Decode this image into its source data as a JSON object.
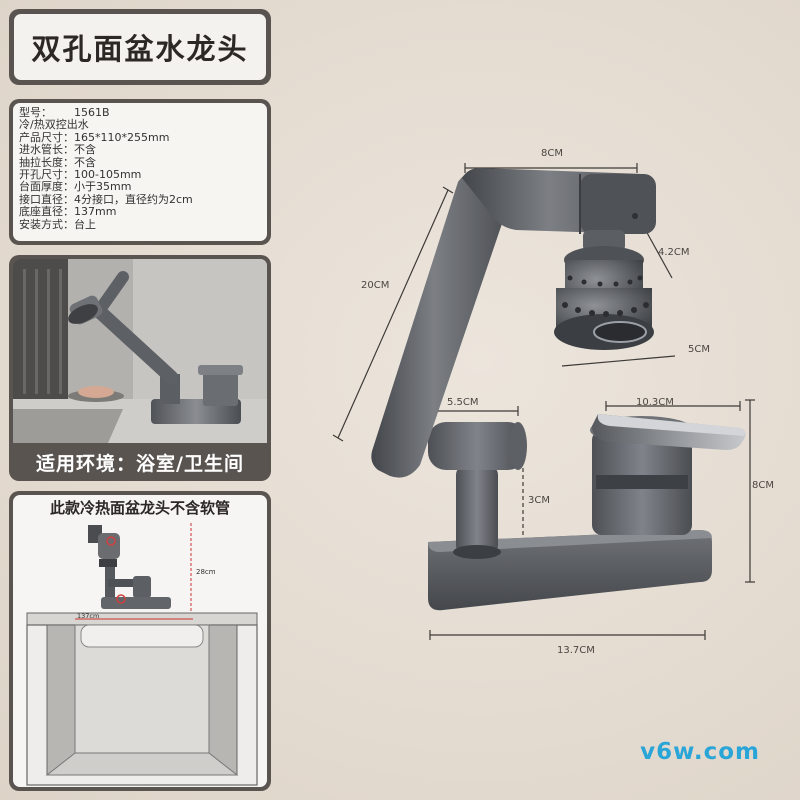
{
  "title": "双孔面盆水龙头",
  "specs": [
    {
      "key": "型号：",
      "value": "1561B"
    },
    {
      "key": "冷/热双控出水",
      "value": ""
    },
    {
      "key": "产品尺寸：",
      "value": "165*110*255mm"
    },
    {
      "key": "进水管长：",
      "value": "不含"
    },
    {
      "key": "抽拉长度：",
      "value": "不含"
    },
    {
      "key": "开孔尺寸：",
      "value": "100-105mm"
    },
    {
      "key": "台面厚度：",
      "value": "小于35mm"
    },
    {
      "key": "接口直径：",
      "value": "4分接口，直径约为2cm"
    },
    {
      "key": "底座直径：",
      "value": "137mm"
    },
    {
      "key": "安装方式：",
      "value": "台上"
    }
  ],
  "photo_caption": "适用环境：浴室/卫生间",
  "diagram": {
    "title": "此款冷热面盆龙头不含软管",
    "height_label": "28cm",
    "width_label": "137cm"
  },
  "dimensions": {
    "top_width": "8CM",
    "arm_length": "20CM",
    "head_height": "4.2CM",
    "head_width": "5CM",
    "spout_width": "5.5CM",
    "handle_width": "10.3CM",
    "total_height": "8CM",
    "riser_height": "3CM",
    "base_width": "13.7CM"
  },
  "watermark": "v6w.com",
  "colors": {
    "accent_dark": "#5a5450",
    "faucet_gray": "#5b5d61",
    "watermark": "#2aa5d8"
  }
}
